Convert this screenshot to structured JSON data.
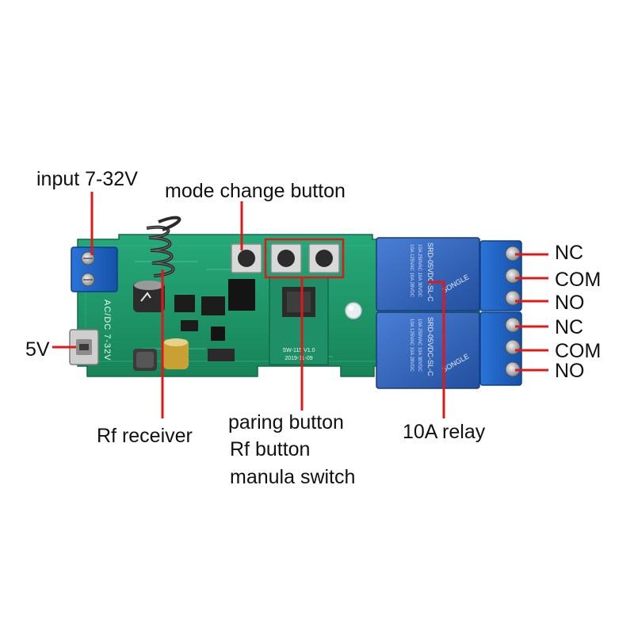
{
  "labels": {
    "input": "input 7-32V",
    "mode_change": "mode change button",
    "five_v": "5V",
    "rf_receiver": "Rf receiver",
    "paring_button": "paring button",
    "rf_button": "Rf button",
    "manual_switch": "manula switch",
    "relay": "10A relay",
    "nc_top": "NC",
    "com_top": "COM",
    "no_top": "NO",
    "nc_bottom": "NC",
    "com_bottom": "COM",
    "no_bottom": "NO"
  },
  "board_print": {
    "power_marking": "AC/DC 7-32V",
    "relay_model": "SRD-05VDC-SL-C",
    "relay_brand": "SONGLE",
    "relay_rating_1": "10A 250VAC 10A 30VDC",
    "relay_rating_2": "10A 125VAC 10A 28VDC",
    "module_date": "2019-11-09",
    "module_version": "SW-115 V1.0"
  },
  "colors": {
    "pcb": "#1f9a6e",
    "pcb_dark": "#157a55",
    "relay": "#2f5fb8",
    "terminal": "#1f63c6",
    "callout": "#e01818"
  }
}
